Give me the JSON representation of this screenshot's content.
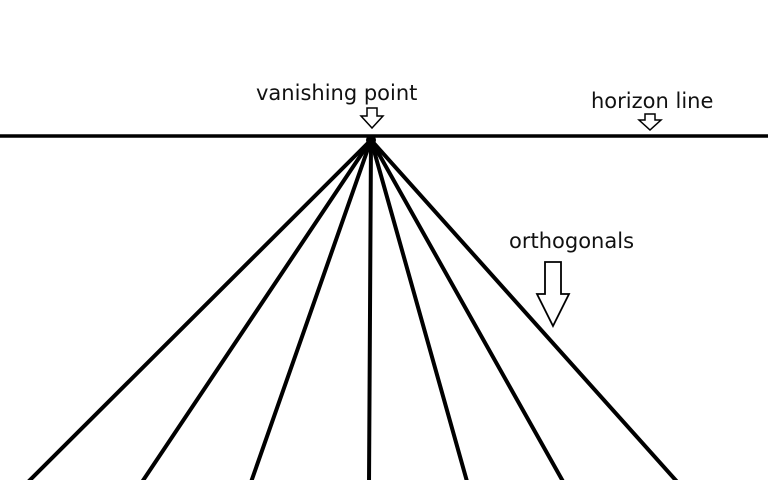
{
  "labels": {
    "vanishing_point": "vanishing point",
    "horizon_line": "horizon line",
    "orthogonals": "orthogonals"
  },
  "colors": {
    "ink": "#000000",
    "background": "#ffffff"
  }
}
